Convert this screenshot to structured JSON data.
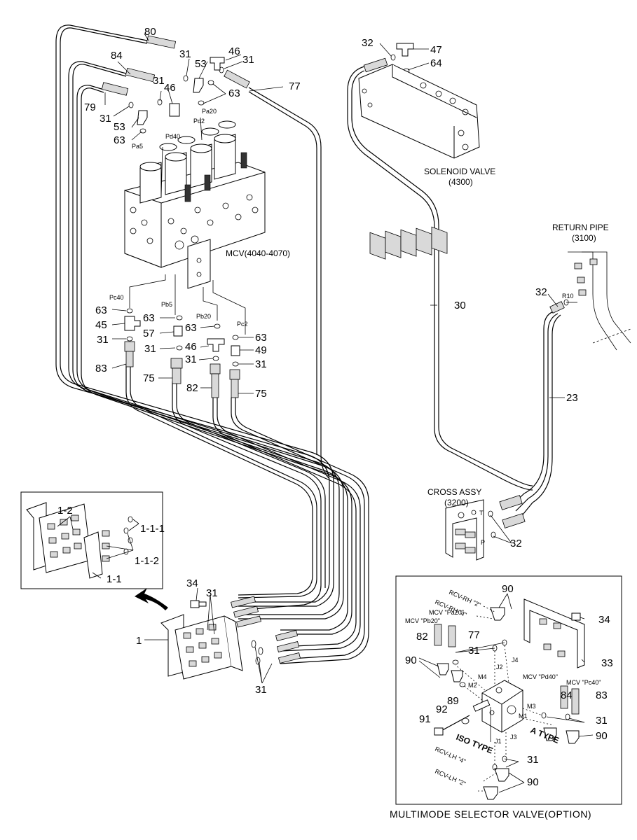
{
  "labels": {
    "mcv": "MCV(4040-4070)",
    "solenoid_valve": "SOLENOID VALVE",
    "solenoid_valve_code": "(4300)",
    "return_pipe": "RETURN PIPE",
    "return_pipe_code": "(3100)",
    "cross_assy": "CROSS ASSY",
    "cross_assy_code": "(3200)",
    "option_caption": "MULTIMODE SELECTOR VALVE(OPTION)"
  },
  "ports": {
    "pa20": "Pa20",
    "pd2": "Pd2",
    "pd40": "Pd40",
    "pa5": "Pa5",
    "pc40": "Pc40",
    "pb5": "Pb5",
    "pb20": "Pb20",
    "pc2": "Pc2",
    "r10": "R10",
    "t": "T",
    "p": "P"
  },
  "parts": {
    "p80": "80",
    "p84": "84",
    "p79": "79",
    "p31": "31",
    "p46": "46",
    "p53": "53",
    "p63": "63",
    "p77": "77",
    "p32": "32",
    "p47": "47",
    "p64": "64",
    "p45": "45",
    "p57": "57",
    "p49": "49",
    "p83": "83",
    "p75": "75",
    "p82": "82",
    "p30": "30",
    "p23": "23",
    "p34": "34",
    "p1": "1",
    "p1_2": "1-2",
    "p1_1_1": "1-1-1",
    "p1_1_2": "1-1-2",
    "p1_1": "1-1"
  },
  "inset": {
    "p90": "90",
    "p34": "34",
    "p33": "33",
    "p82": "82",
    "p77": "77",
    "p31": "31",
    "p84": "84",
    "p83": "83",
    "p89": "89",
    "p92": "92",
    "p91": "91",
    "rcv_rh_2": "RCV-RH \"2\"",
    "rcv_rh_4": "RCV-RH \"4\"",
    "mcv_pa20": "MCV \"Pa20\"",
    "mcv_pb20": "MCV \"Pb20\"",
    "mcv_pd40": "MCV \"Pd40\"",
    "mcv_pc40": "MCV \"Pc40\"",
    "rcv_lh_4": "RCV-LH \"4\"",
    "rcv_lh_2": "RCV-LH \"2\"",
    "iso_type": "ISO TYPE",
    "a_type": "A TYPE",
    "j1": "J1",
    "j2": "J2",
    "j3": "J3",
    "j4": "J4",
    "m1": "M1",
    "m2": "M2",
    "m3": "M3",
    "m4": "M4"
  }
}
